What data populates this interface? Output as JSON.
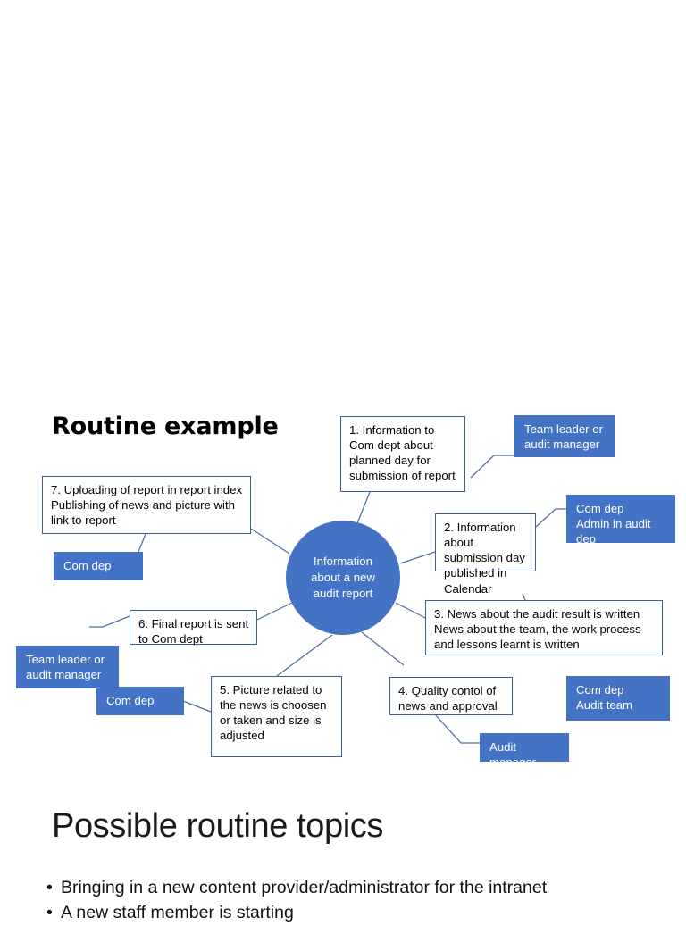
{
  "slide": {
    "routine_title": "Routine example",
    "topics_title": "Possible routine topics",
    "bullets": [
      "Bringing in a new content provider/administrator for the intranet",
      "A new staff member is starting"
    ]
  },
  "colors": {
    "accent_blue": "#4472C4",
    "box_border": "#3E5F9B",
    "connector": "#4A6FA5",
    "white": "#FFFFFF",
    "text": "#000000"
  },
  "diagram": {
    "center": {
      "line1": "Information",
      "line2": "about a new",
      "line3": "audit report"
    },
    "steps": [
      {
        "id": "step-1",
        "text": "1. Information to Com dept about planned day for submission of report"
      },
      {
        "id": "step-2",
        "text": "2. Information about submission day published in Calendar"
      },
      {
        "id": "step-3",
        "text": "3. News about the audit result is written News about the team, the work process and lessons learnt is written",
        "lines": [
          "3. News about the audit result is written",
          "News about the team, the work process",
          "and lessons learnt is written"
        ]
      },
      {
        "id": "step-4",
        "text": "4. Quality contol of news and approval"
      },
      {
        "id": "step-5",
        "text": "5. Picture related to the news is choosen or taken and size is adjusted"
      },
      {
        "id": "step-6",
        "text": "6. Final report is sent to Com dept"
      },
      {
        "id": "step-7",
        "text": "7. Uploading of report in report index Publishing of news and picture with link to report",
        "lines": [
          "7. Uploading of report in report index",
          "Publishing of news and picture with",
          "link to report"
        ]
      }
    ],
    "owners": [
      {
        "id": "owner-1",
        "lines": [
          "Team leader or",
          "audit manager"
        ]
      },
      {
        "id": "owner-2",
        "lines": [
          "Com dep",
          "Admin in audit dep"
        ]
      },
      {
        "id": "owner-3",
        "lines": [
          "Com dep",
          "Audit team"
        ]
      },
      {
        "id": "owner-4",
        "lines": [
          "Audit manager"
        ]
      },
      {
        "id": "owner-5",
        "lines": [
          "Com dep"
        ]
      },
      {
        "id": "owner-6",
        "lines": [
          "Team leader or",
          "audit manager"
        ]
      },
      {
        "id": "owner-7",
        "lines": [
          "Com dep"
        ]
      }
    ]
  }
}
